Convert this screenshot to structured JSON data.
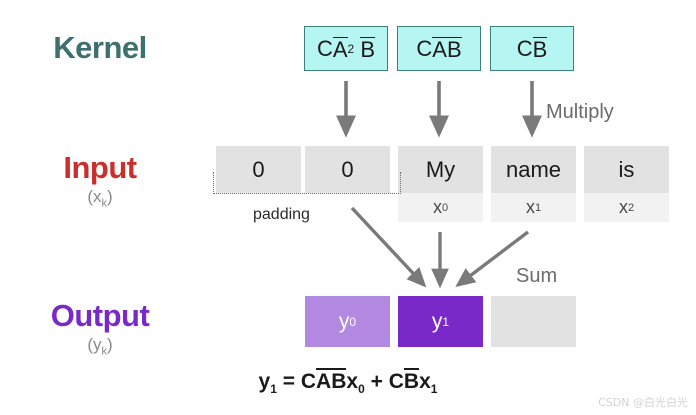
{
  "rows": {
    "kernel": {
      "title": "Kernel",
      "color": "#3f7070"
    },
    "input": {
      "title": "Input",
      "sub_open": "(x",
      "sub_k": "k",
      "sub_close": ")",
      "color": "#c9302c"
    },
    "output": {
      "title": "Output",
      "sub_open": "(y",
      "sub_k": "k",
      "sub_close": ")",
      "color": "#7a29c9"
    }
  },
  "kernel_boxes": [
    {
      "c": "C",
      "a": "A",
      "a_exp": "2",
      "b": "B",
      "fill": "#b5f5f2",
      "border": "#3f7f7a"
    },
    {
      "c": "C",
      "a": "A",
      "a_exp": "",
      "b": "B",
      "fill": "#b5f5f2",
      "border": "#3f7f7a"
    },
    {
      "c": "C",
      "a": "",
      "a_exp": "",
      "b": "B",
      "fill": "#b5f5f2",
      "border": "#3f7f7a"
    }
  ],
  "input_cells": [
    {
      "value": "0",
      "sub": "",
      "sub_index": ""
    },
    {
      "value": "0",
      "sub": "",
      "sub_index": ""
    },
    {
      "value": "My",
      "sub": "x",
      "sub_index": "0"
    },
    {
      "value": "name",
      "sub": "x",
      "sub_index": "1"
    },
    {
      "value": "is",
      "sub": "x",
      "sub_index": "2"
    }
  ],
  "output_cells": [
    {
      "label": "y",
      "index": "0",
      "fill": "#b388e0"
    },
    {
      "label": "y",
      "index": "1",
      "fill": "#7a29c9"
    },
    {
      "label": "",
      "index": "",
      "fill": "#e2e2e2"
    }
  ],
  "annotations": {
    "padding": "padding",
    "multiply": "Multiply",
    "sum": "Sum"
  },
  "formula": {
    "lhs": "y",
    "lhs_sub": "1",
    "eq": "=",
    "t1_c": "C",
    "t1_a": "A",
    "t1_b": "B",
    "t1_x": "x",
    "t1_x_sub": "0",
    "plus": "+",
    "t2_c": "C",
    "t2_b": "B",
    "t2_x": "x",
    "t2_x_sub": "1"
  },
  "watermark": "CSDN @白光白光"
}
